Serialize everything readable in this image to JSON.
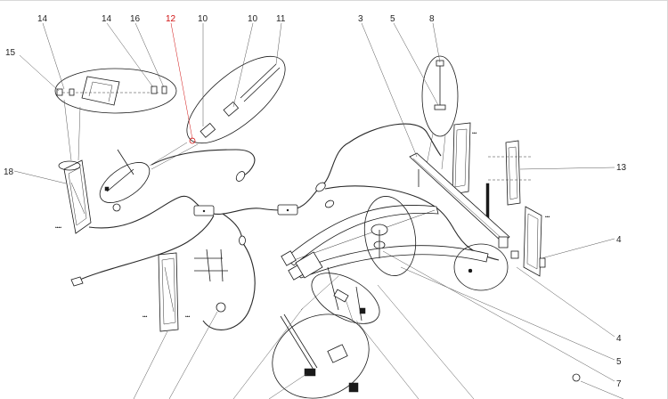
{
  "diagram": {
    "callouts": [
      {
        "id": "c15",
        "text": "15"
      },
      {
        "id": "c14a",
        "text": "14"
      },
      {
        "id": "c14b",
        "text": "14"
      },
      {
        "id": "c16",
        "text": "16"
      },
      {
        "id": "c12",
        "text": "12"
      },
      {
        "id": "c10a",
        "text": "10"
      },
      {
        "id": "c10b",
        "text": "10"
      },
      {
        "id": "c11",
        "text": "11"
      },
      {
        "id": "c3",
        "text": "3"
      },
      {
        "id": "c5a",
        "text": "5"
      },
      {
        "id": "c8",
        "text": "8"
      },
      {
        "id": "c13",
        "text": "13"
      },
      {
        "id": "c18",
        "text": "18"
      },
      {
        "id": "c4a",
        "text": "4"
      },
      {
        "id": "c4b",
        "text": "4"
      },
      {
        "id": "c5b",
        "text": "5"
      },
      {
        "id": "c7",
        "text": "7"
      }
    ],
    "highlight_color": "#d01010",
    "line_color": "#1a1a1a"
  }
}
